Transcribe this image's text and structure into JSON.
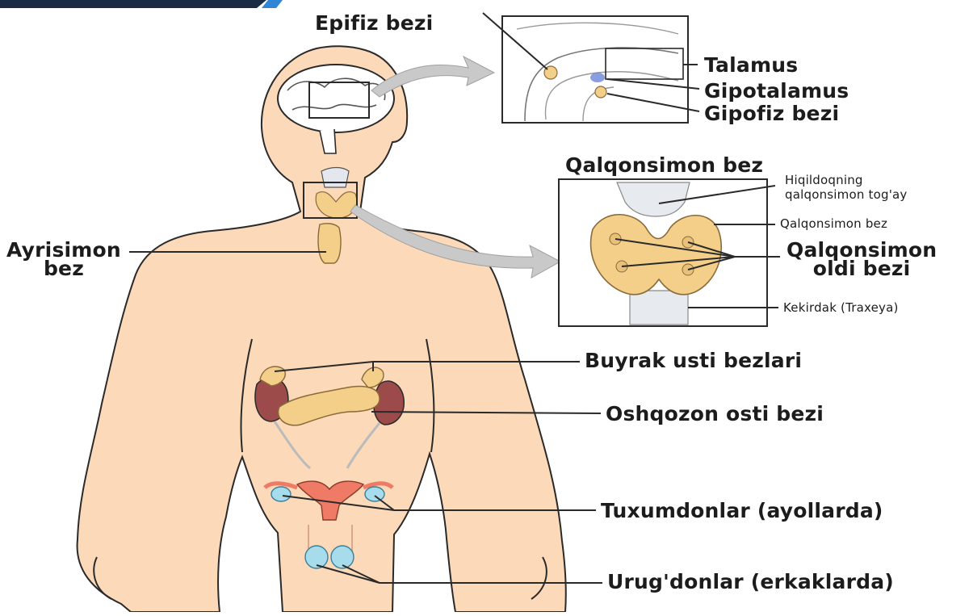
{
  "labels": {
    "epifiz": "Epifiz bezi",
    "talamus": "Talamus",
    "gipotalamus": "Gipotalamus",
    "gipofiz": "Gipofiz bezi",
    "qalqonsimon_title": "Qalqonsimon bez",
    "hiqildoq_line1": "Hiqildoqning",
    "hiqildoq_line2": "qalqonsimon tog'ay",
    "qalqonsimon_small": "Qalqonsimon bez",
    "qalqonsimon_oldi_line1": "Qalqonsimon",
    "qalqonsimon_oldi_line2": "oldi bezi",
    "kekirdak": "Kekirdak (Traxeya)",
    "ayrisimon_line1": "Ayrisimon",
    "ayrisimon_line2": "bez",
    "buyrak": "Buyrak usti bezlari",
    "oshqozon": "Oshqozon osti bezi",
    "tuxumdon": "Tuxumdonlar (ayollarda)",
    "urugdon": "Urug'donlar (erkaklarda)"
  },
  "colors": {
    "skin": "#fbd9b9",
    "outline": "#2a2a2a",
    "gland": "#f3cf8a",
    "kidney": "#9c4a4a",
    "uterus": "#ef7a66",
    "ovary": "#a6dcec",
    "hypothalamus": "#6b86d6",
    "arrow": "#c9c9c9",
    "banner": "#1c2b44",
    "banner_accent": "#2f86d6"
  }
}
